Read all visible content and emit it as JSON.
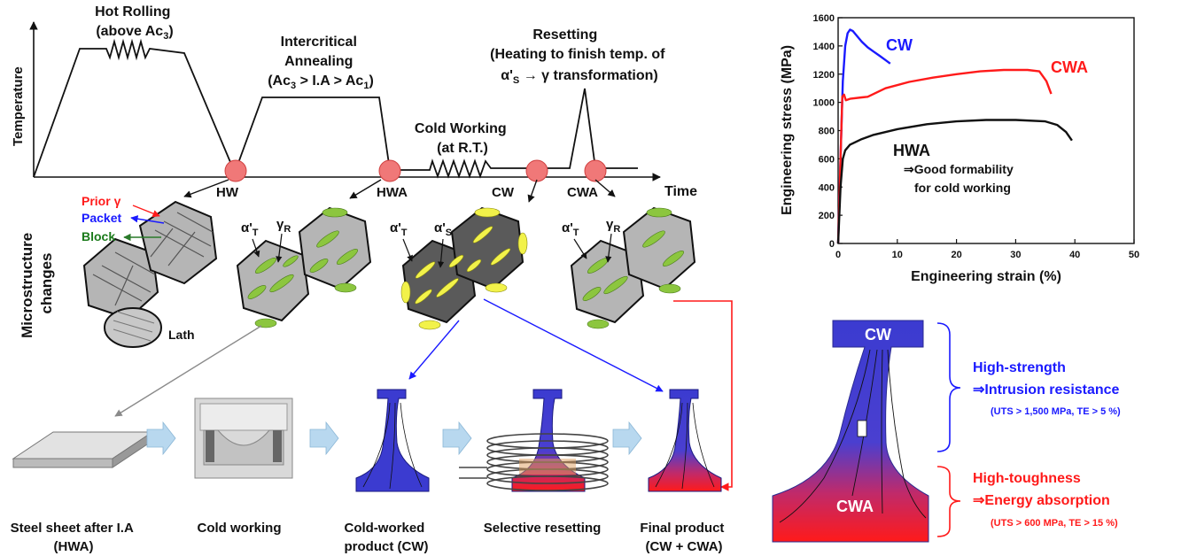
{
  "colors": {
    "cw": "#1a1aff",
    "cwa": "#ff1a1a",
    "hwa": "#111111",
    "part_blue": "#3b3bd0",
    "part_red": "#ff1a1a",
    "arrow_gray": "#8a8a8a",
    "hex_green": "#8cc63f",
    "hex_yellow": "#f2f24a",
    "hex_gray": "#b5b5b5",
    "hex_dark": "#555555",
    "circle_red": "#f07878",
    "block_arrow": "#b8d8ef"
  },
  "process": {
    "ylabel": "Temperature",
    "xlabel": "Time",
    "hot_rolling": [
      "Hot Rolling",
      "(above Ac",
      "3",
      ")"
    ],
    "intercritical": [
      "Intercritical",
      "Annealing",
      "(Ac",
      "3",
      " > I.A > Ac",
      "1",
      ")"
    ],
    "cold_working": [
      "Cold Working",
      "(at R.T.)"
    ],
    "resetting": [
      "Resetting",
      "(Heating to finish temp. of",
      "α'",
      "S",
      " → γ transformation)"
    ],
    "markers": [
      "HW",
      "HWA",
      "CW",
      "CWA"
    ]
  },
  "micro": {
    "side_label": [
      "Microstructure",
      "changes"
    ],
    "prior_gamma": "Prior γ",
    "packet": "Packet",
    "block": "Block",
    "lath": "Lath",
    "alpha_t": [
      "α'",
      "T"
    ],
    "gamma_r": [
      "γ",
      "R"
    ],
    "alpha_s": [
      "α'",
      "S"
    ]
  },
  "steps": {
    "labels": [
      [
        "Steel sheet after I.A",
        "(HWA)"
      ],
      [
        "Cold working",
        ""
      ],
      [
        "Cold-worked",
        "product (CW)"
      ],
      [
        "Selective resetting",
        ""
      ],
      [
        "Final product",
        "(CW + CWA)"
      ]
    ]
  },
  "part": {
    "top_label": "CW",
    "bottom_label": "CWA",
    "strength_title": "High-strength",
    "strength_sub": "⇒Intrusion resistance",
    "strength_spec": "(UTS > 1,500 MPa, TE > 5 %)",
    "tough_title": "High-toughness",
    "tough_sub": "⇒Energy absorption",
    "tough_spec": "(UTS > 600 MPa, TE > 15 %)"
  },
  "chart_data": {
    "type": "line",
    "xlabel": "Engineering strain (%)",
    "ylabel": "Engineering stress (MPa)",
    "xlim": [
      0,
      50
    ],
    "ylim": [
      0,
      1600
    ],
    "xticks": [
      0,
      10,
      20,
      30,
      40,
      50
    ],
    "yticks": [
      0,
      200,
      400,
      600,
      800,
      1000,
      1200,
      1400,
      1600
    ],
    "grid": false,
    "series": [
      {
        "name": "CW",
        "color": "#1a1aff",
        "x": [
          0,
          0.4,
          0.8,
          1.2,
          1.6,
          2.0,
          2.5,
          3.0,
          4.0,
          5.0,
          6.0,
          7.0,
          8.0,
          8.8
        ],
        "y": [
          0,
          600,
          1150,
          1400,
          1490,
          1515,
          1505,
          1480,
          1430,
          1390,
          1360,
          1330,
          1300,
          1275
        ]
      },
      {
        "name": "CWA",
        "color": "#ff1a1a",
        "x": [
          0,
          0.4,
          0.7,
          1.0,
          1.3,
          2,
          4,
          5,
          8,
          12,
          16,
          20,
          24,
          28,
          32,
          34,
          35.2,
          36
        ],
        "y": [
          0,
          600,
          1040,
          1055,
          1015,
          1025,
          1035,
          1040,
          1100,
          1145,
          1175,
          1200,
          1220,
          1230,
          1230,
          1220,
          1150,
          1060
        ]
      },
      {
        "name": "HWA",
        "color": "#111111",
        "x": [
          0,
          0.4,
          0.8,
          1.2,
          2,
          4,
          6,
          10,
          15,
          20,
          25,
          30,
          35,
          37,
          38.5,
          39.5
        ],
        "y": [
          0,
          400,
          600,
          660,
          700,
          740,
          770,
          810,
          845,
          865,
          875,
          875,
          865,
          840,
          790,
          730
        ]
      }
    ],
    "annotations": {
      "hwa": "HWA",
      "hwa_note1": "⇒Good formability",
      "hwa_note2": "for cold working"
    }
  }
}
